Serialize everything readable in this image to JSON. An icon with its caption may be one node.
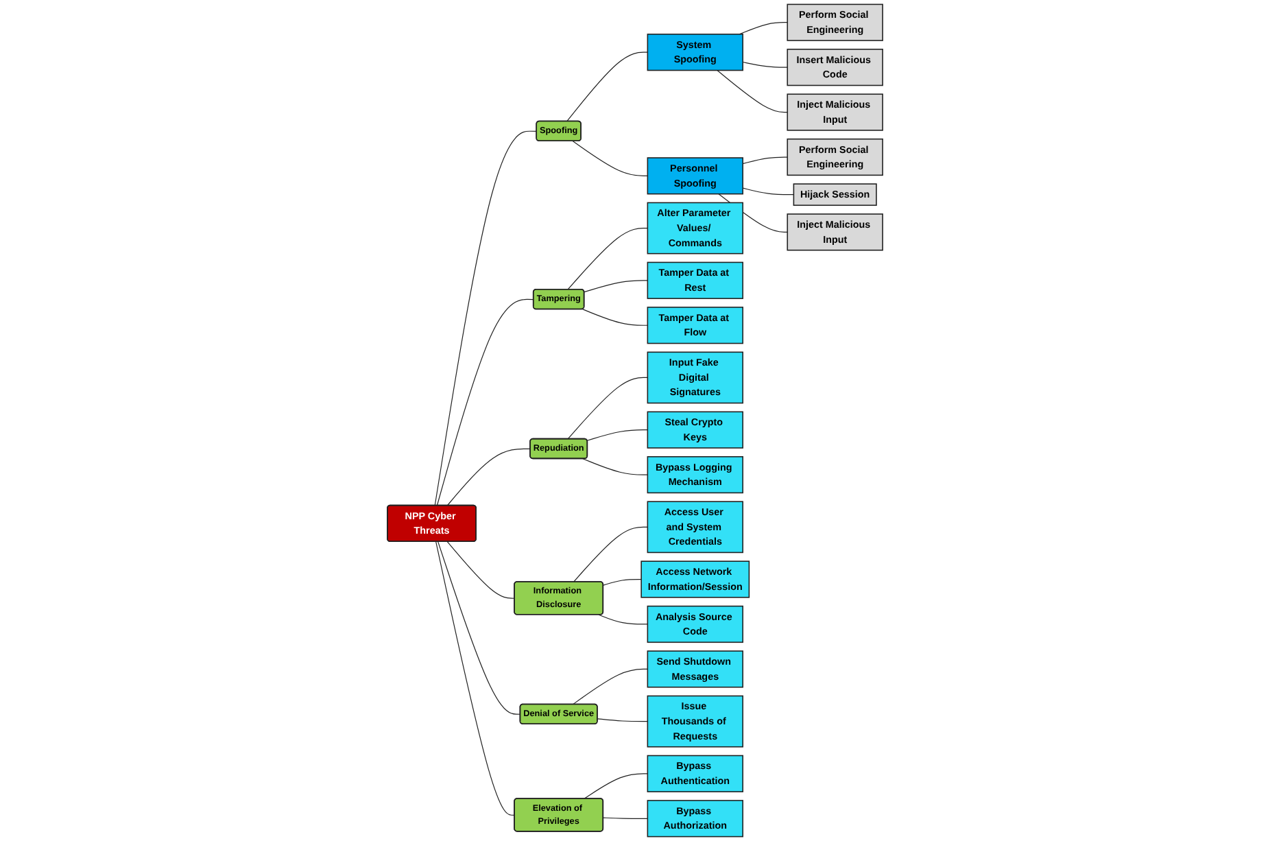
{
  "diagram": {
    "nodes": [
      {
        "text": [
          "NPP Cyber Threats"
        ]
      },
      {
        "text": [
          "Spoofing"
        ]
      },
      {
        "text": [
          "Tampering"
        ]
      },
      {
        "text": [
          "Repudiation"
        ]
      },
      {
        "text": [
          "Information Disclosure"
        ]
      },
      {
        "text": [
          "Denial of Service"
        ]
      },
      {
        "text": [
          "Elevation of Privileges"
        ]
      },
      {
        "text": [
          "System Spoofing"
        ]
      },
      {
        "text": [
          "Personnel Spoofing"
        ]
      },
      {
        "text": [
          "Perform Social Engineering"
        ]
      },
      {
        "text": [
          "Insert Malicious Code"
        ]
      },
      {
        "text": [
          "Inject Malicious Input"
        ]
      },
      {
        "text": [
          "Perform Social Engineering"
        ]
      },
      {
        "text": [
          "Hijack Session"
        ]
      },
      {
        "text": [
          "Inject Malicious Input"
        ]
      },
      {
        "text": [
          "Alter Parameter Values/ Commands"
        ]
      },
      {
        "text": [
          "Tamper Data at Rest"
        ]
      },
      {
        "text": [
          "Tamper Data at Flow"
        ]
      },
      {
        "text": [
          "Input Fake Digital Signatures"
        ]
      },
      {
        "text": [
          "Steal Crypto Keys"
        ]
      },
      {
        "text": [
          "Bypass Logging Mechanism"
        ]
      },
      {
        "text": [
          "Access User and System Credentials"
        ]
      },
      {
        "text": [
          "Access Network Information/Session"
        ]
      },
      {
        "text": [
          "Analysis Source Code"
        ]
      },
      {
        "text": [
          "Send Shutdown Messages"
        ]
      },
      {
        "text": [
          "Issue Thousands of Requests"
        ]
      },
      {
        "text": [
          "Bypass Authentication"
        ]
      },
      {
        "text": [
          "Bypass Authorization"
        ]
      }
    ],
    "edges": [
      {
        "from": 0,
        "to": 1,
        "arrow": "none"
      },
      {
        "from": 0,
        "to": 2,
        "arrow": "none"
      },
      {
        "from": 0,
        "to": 3,
        "arrow": "none"
      },
      {
        "from": 0,
        "to": 4,
        "arrow": "none"
      },
      {
        "from": 0,
        "to": 5,
        "arrow": "none"
      },
      {
        "from": 0,
        "to": 6,
        "arrow": "none"
      },
      {
        "from": 1,
        "to": 7,
        "arrow": "none"
      },
      {
        "from": 1,
        "to": 8,
        "arrow": "none"
      },
      {
        "from": 7,
        "to": 9,
        "arrow": "none"
      },
      {
        "from": 7,
        "to": 10,
        "arrow": "none"
      },
      {
        "from": 7,
        "to": 11,
        "arrow": "none"
      },
      {
        "from": 8,
        "to": 12,
        "arrow": "none"
      },
      {
        "from": 8,
        "to": 13,
        "arrow": "none"
      },
      {
        "from": 8,
        "to": 14,
        "arrow": "none"
      },
      {
        "from": 2,
        "to": 15,
        "arrow": "none"
      },
      {
        "from": 2,
        "to": 16,
        "arrow": "none"
      },
      {
        "from": 2,
        "to": 17,
        "arrow": "none"
      },
      {
        "from": 3,
        "to": 18,
        "arrow": "none"
      },
      {
        "from": 3,
        "to": 19,
        "arrow": "none"
      },
      {
        "from": 3,
        "to": 20,
        "arrow": "none"
      },
      {
        "from": 4,
        "to": 21,
        "arrow": "none"
      },
      {
        "from": 4,
        "to": 22,
        "arrow": "none"
      },
      {
        "from": 4,
        "to": 23,
        "arrow": "none"
      },
      {
        "from": 5,
        "to": 24,
        "arrow": "none"
      },
      {
        "from": 5,
        "to": 25,
        "arrow": "none"
      },
      {
        "from": 6,
        "to": 26,
        "arrow": "none"
      },
      {
        "from": 6,
        "to": 27,
        "arrow": "none"
      }
    ]
  }
}
